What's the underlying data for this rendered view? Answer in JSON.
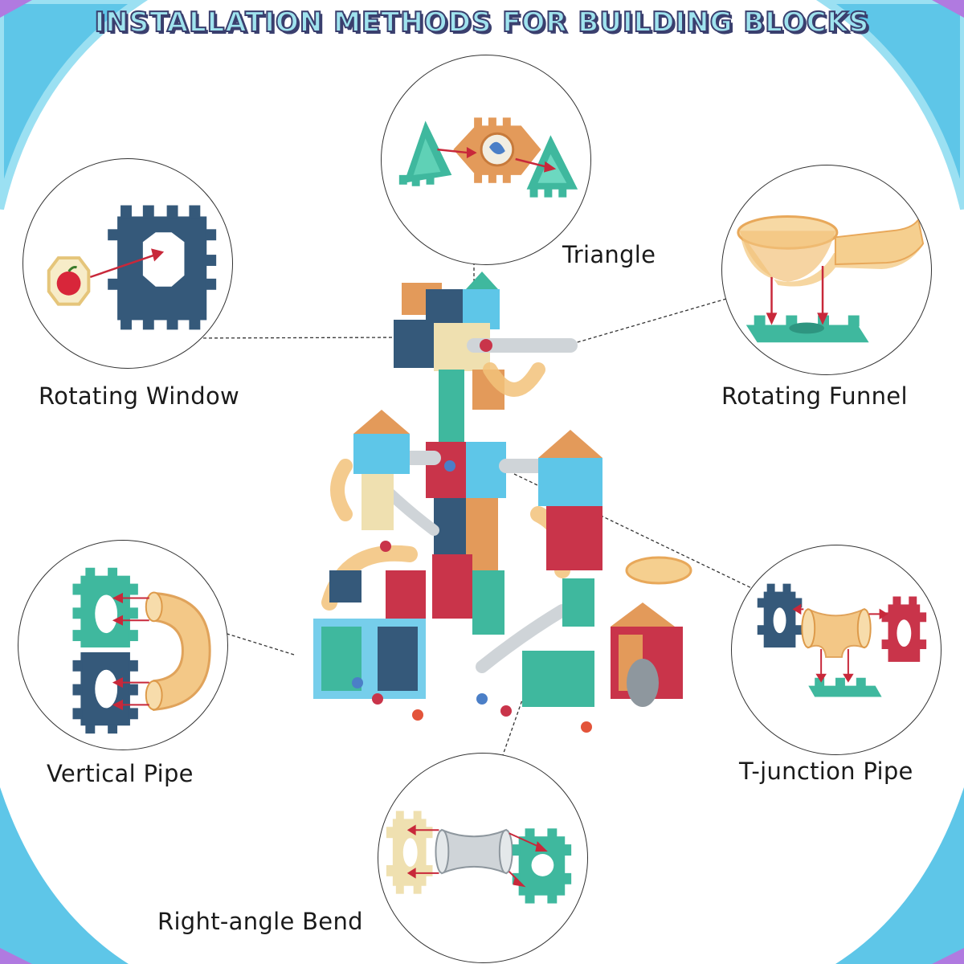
{
  "title": "INSTALLATION METHODS FOR BUILDING BLOCKS",
  "colors": {
    "frame_blue": "#5ec6e8",
    "title_fill": "#9fe3ee",
    "title_outline": "#3a3f6e",
    "navy_block": "#35597a",
    "teal_block": "#3fb89e",
    "orange_block": "#e39a5a",
    "red_block": "#c9344a",
    "cream_block": "#efe0b0",
    "pipe_amber": "#f2c27a",
    "arrow_red": "#c8283a"
  },
  "parts": [
    {
      "id": "triangle",
      "label": "Triangle"
    },
    {
      "id": "rotating-window",
      "label": "Rotating Window"
    },
    {
      "id": "rotating-funnel",
      "label": "Rotating Funnel"
    },
    {
      "id": "vertical-pipe",
      "label": "Vertical Pipe"
    },
    {
      "id": "t-junction-pipe",
      "label": "T-junction Pipe"
    },
    {
      "id": "right-angle-bend",
      "label": "Right-angle Bend"
    }
  ]
}
